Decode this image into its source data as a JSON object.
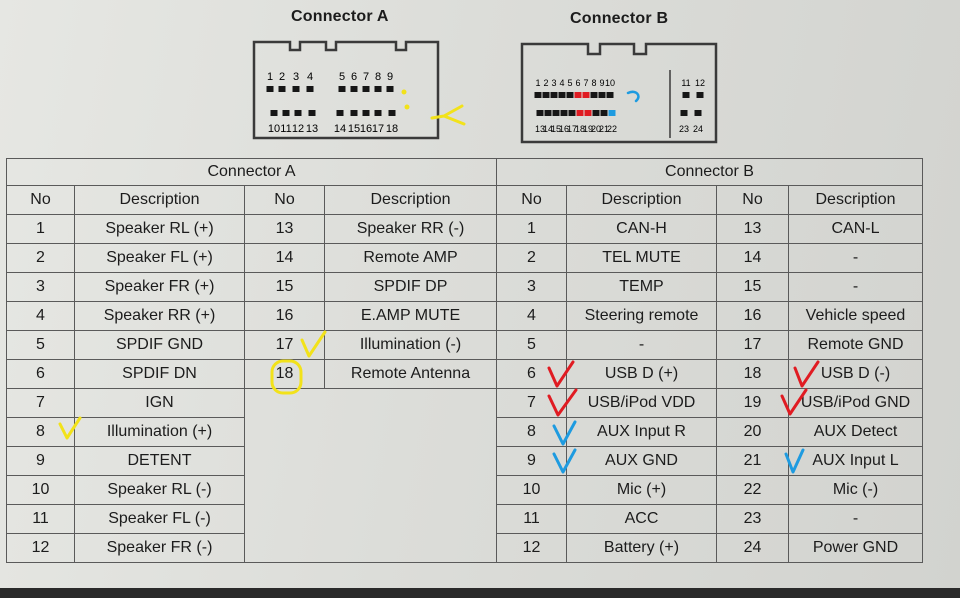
{
  "connector_a": {
    "title": "Connector A",
    "top_row_labels": [
      "1",
      "2",
      "3",
      "4",
      "5",
      "6",
      "7",
      "8",
      "9"
    ],
    "bottom_row_labels": [
      "10",
      "11",
      "12",
      "13",
      "14",
      "15",
      "16",
      "17",
      "18"
    ]
  },
  "connector_b": {
    "title": "Connector B",
    "top_row_labels": [
      "1",
      "2",
      "3",
      "4",
      "5",
      "6",
      "7",
      "8",
      "9",
      "10",
      "11",
      "12"
    ],
    "bottom_row_labels": [
      "13",
      "14",
      "15",
      "16",
      "17",
      "18",
      "19",
      "20",
      "21",
      "22",
      "23",
      "24"
    ]
  },
  "table": {
    "group_a": "Connector A",
    "group_b": "Connector B",
    "col_no": "No",
    "col_desc": "Description",
    "a_left": [
      {
        "no": "1",
        "desc": "Speaker RL (+)"
      },
      {
        "no": "2",
        "desc": "Speaker FL (+)"
      },
      {
        "no": "3",
        "desc": "Speaker FR (+)"
      },
      {
        "no": "4",
        "desc": "Speaker RR (+)"
      },
      {
        "no": "5",
        "desc": "SPDIF GND"
      },
      {
        "no": "6",
        "desc": "SPDIF DN"
      },
      {
        "no": "7",
        "desc": "IGN"
      },
      {
        "no": "8",
        "desc": "Illumination (+)"
      },
      {
        "no": "9",
        "desc": "DETENT"
      },
      {
        "no": "10",
        "desc": "Speaker RL (-)"
      },
      {
        "no": "11",
        "desc": "Speaker FL (-)"
      },
      {
        "no": "12",
        "desc": "Speaker FR (-)"
      }
    ],
    "a_right": [
      {
        "no": "13",
        "desc": "Speaker RR (-)"
      },
      {
        "no": "14",
        "desc": "Remote AMP"
      },
      {
        "no": "15",
        "desc": "SPDIF DP"
      },
      {
        "no": "16",
        "desc": "E.AMP MUTE"
      },
      {
        "no": "17",
        "desc": "Illumination (-)"
      },
      {
        "no": "18",
        "desc": "Remote Antenna"
      }
    ],
    "b_left": [
      {
        "no": "1",
        "desc": "CAN-H"
      },
      {
        "no": "2",
        "desc": "TEL MUTE"
      },
      {
        "no": "3",
        "desc": "TEMP"
      },
      {
        "no": "4",
        "desc": "Steering remote"
      },
      {
        "no": "5",
        "desc": "-"
      },
      {
        "no": "6",
        "desc": "USB D (+)"
      },
      {
        "no": "7",
        "desc": "USB/iPod VDD"
      },
      {
        "no": "8",
        "desc": "AUX Input R"
      },
      {
        "no": "9",
        "desc": "AUX GND"
      },
      {
        "no": "10",
        "desc": "Mic (+)"
      },
      {
        "no": "11",
        "desc": "ACC"
      },
      {
        "no": "12",
        "desc": "Battery (+)"
      }
    ],
    "b_right": [
      {
        "no": "13",
        "desc": "CAN-L"
      },
      {
        "no": "14",
        "desc": "-"
      },
      {
        "no": "15",
        "desc": "-"
      },
      {
        "no": "16",
        "desc": "Vehicle speed"
      },
      {
        "no": "17",
        "desc": "Remote GND"
      },
      {
        "no": "18",
        "desc": "USB D (-)"
      },
      {
        "no": "19",
        "desc": "USB/iPod GND"
      },
      {
        "no": "20",
        "desc": "AUX Detect"
      },
      {
        "no": "21",
        "desc": "AUX Input L"
      },
      {
        "no": "22",
        "desc": "Mic (-)"
      },
      {
        "no": "23",
        "desc": "-"
      },
      {
        "no": "24",
        "desc": "Power GND"
      }
    ]
  },
  "colors": {
    "yellow_mark": "#f2e21a",
    "red_mark": "#e01b22",
    "blue_mark": "#1e9be0",
    "line": "#3a3a3a"
  }
}
